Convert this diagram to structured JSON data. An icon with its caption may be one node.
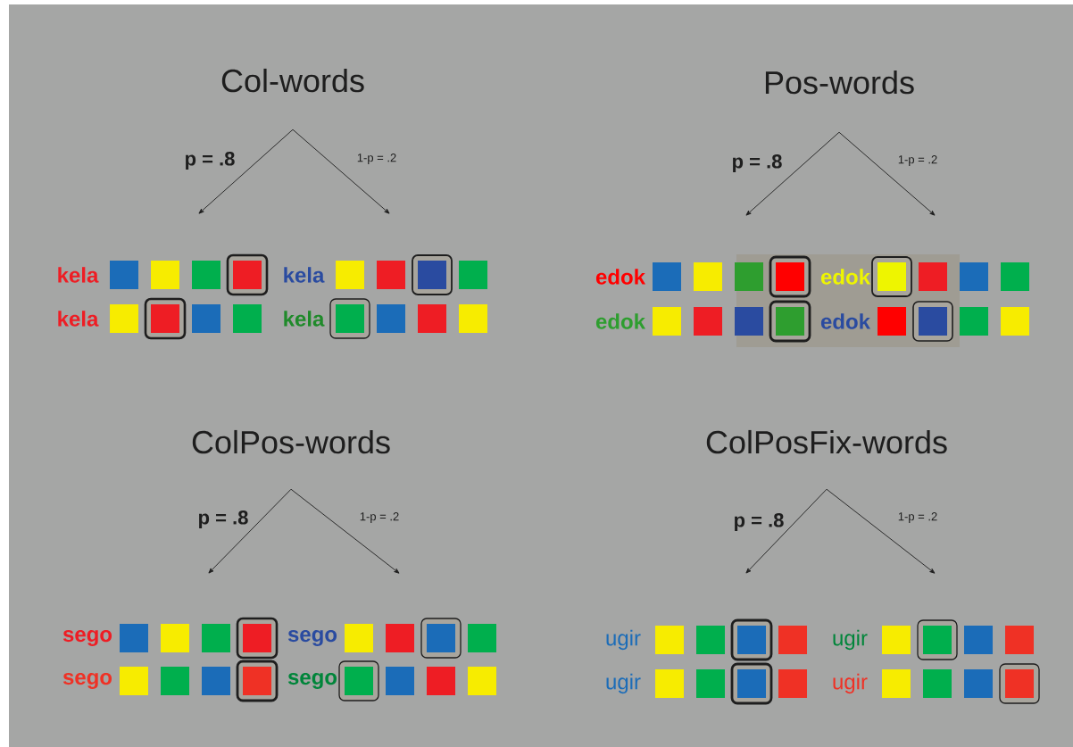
{
  "diagram": {
    "nodes": [
      {
        "text": [
          "Col-words"
        ]
      },
      {
        "text": [
          "Pos-words"
        ]
      },
      {
        "text": [
          "ColPos-words"
        ]
      },
      {
        "text": [
          "ColPosFix-words"
        ]
      }
    ],
    "edges": [
      {
        "from": 0,
        "to": null,
        "arrow": "to",
        "label": "p = .8"
      },
      {
        "from": 0,
        "to": null,
        "arrow": "to",
        "label": "1-p = .2"
      },
      {
        "from": 1,
        "to": null,
        "arrow": "to",
        "label": "p = .8"
      },
      {
        "from": 1,
        "to": null,
        "arrow": "to",
        "label": "1-p = .2"
      },
      {
        "from": 2,
        "to": null,
        "arrow": "to",
        "label": "p = .8"
      },
      {
        "from": 2,
        "to": null,
        "arrow": "to",
        "label": "1-p = .2"
      },
      {
        "from": 3,
        "to": null,
        "arrow": "to",
        "label": "p = .8"
      },
      {
        "from": 3,
        "to": null,
        "arrow": "to",
        "label": "1-p = .2"
      }
    ],
    "labels": [
      "kela",
      "kela",
      "kela",
      "kela",
      "edok",
      "edok",
      "edok",
      "edok",
      "sego",
      "sego",
      "sego",
      "sego",
      "ugir",
      "ugir",
      "ugir",
      "ugir"
    ]
  }
}
